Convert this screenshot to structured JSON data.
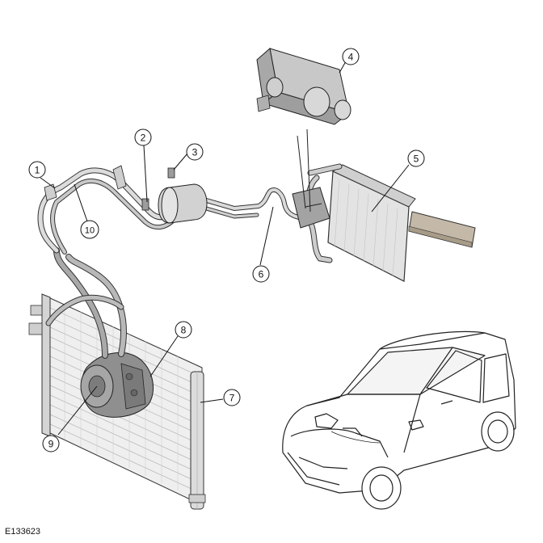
{
  "figure_code": "E133623",
  "callouts": [
    "1",
    "2",
    "3",
    "4",
    "5",
    "6",
    "7",
    "8",
    "9",
    "10"
  ],
  "colors": {
    "line": "#111111",
    "part_fill": "#d9d9d9",
    "part_shade": "#b5b5b5",
    "pipe": "#c8c8c8",
    "vehicle_line": "#222222"
  }
}
